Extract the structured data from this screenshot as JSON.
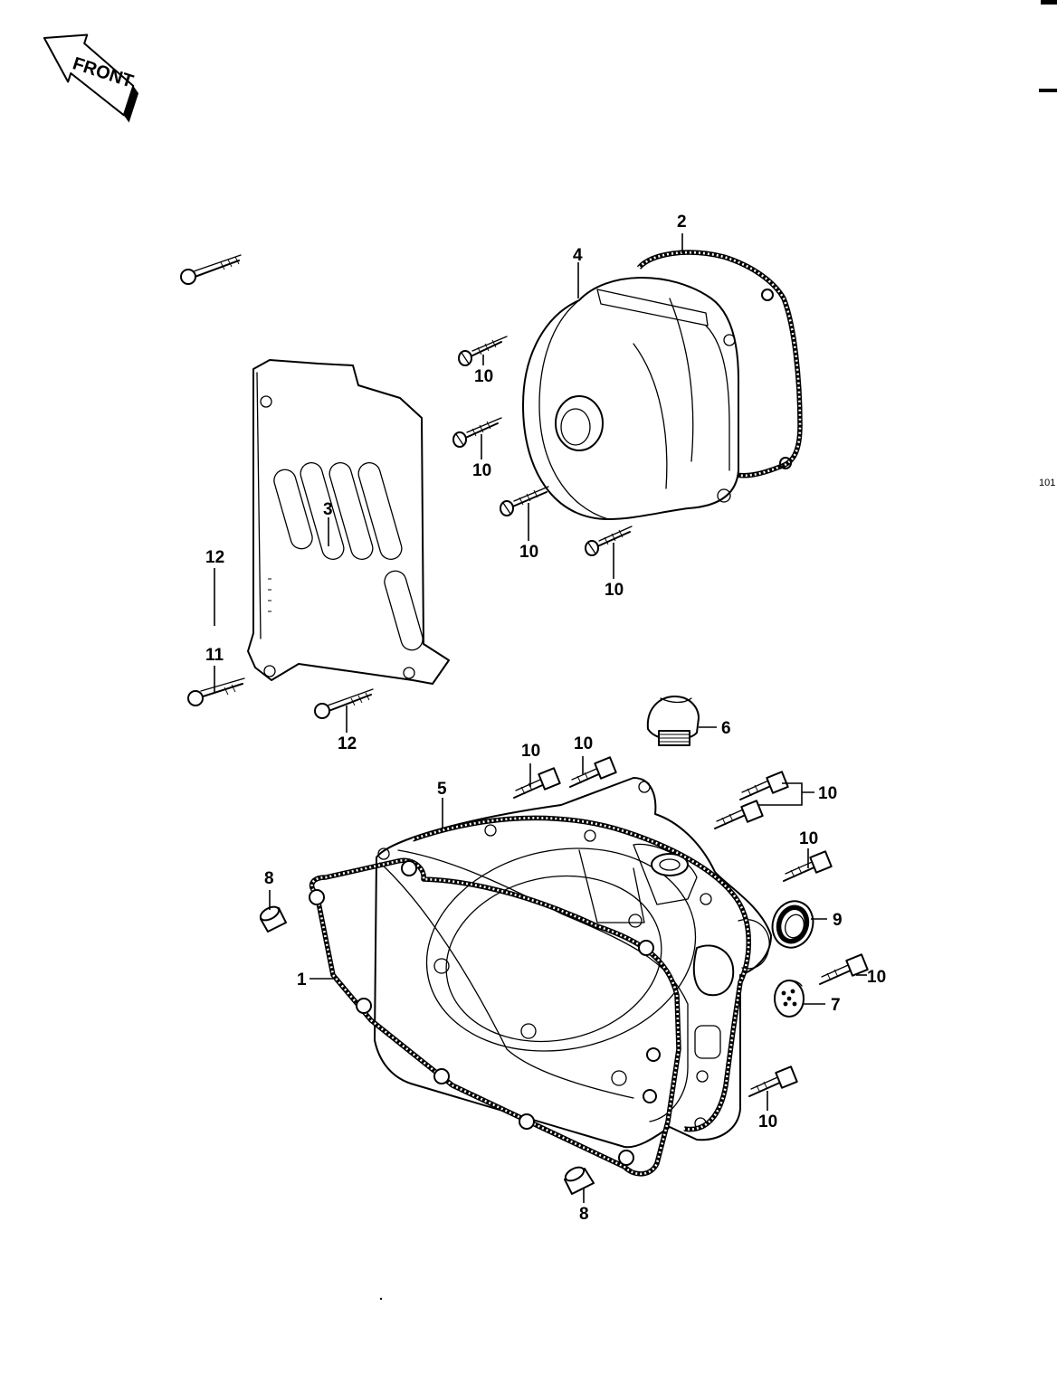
{
  "front_badge": {
    "text": "FRONT"
  },
  "page_number": "101",
  "callouts": {
    "c2": "2",
    "c4": "4",
    "c3": "3",
    "c6": "6",
    "c5": "5",
    "c8a": "8",
    "c8b": "8",
    "c1": "1",
    "c9": "9",
    "c7": "7",
    "c11": "11",
    "c12a": "12",
    "c12b": "12",
    "c10a": "10",
    "c10b": "10",
    "c10c": "10",
    "c10d": "10",
    "c10e": "10",
    "c10f": "10",
    "c10g": "10",
    "c10h": "10",
    "c10i": "10",
    "c10j": "10"
  }
}
